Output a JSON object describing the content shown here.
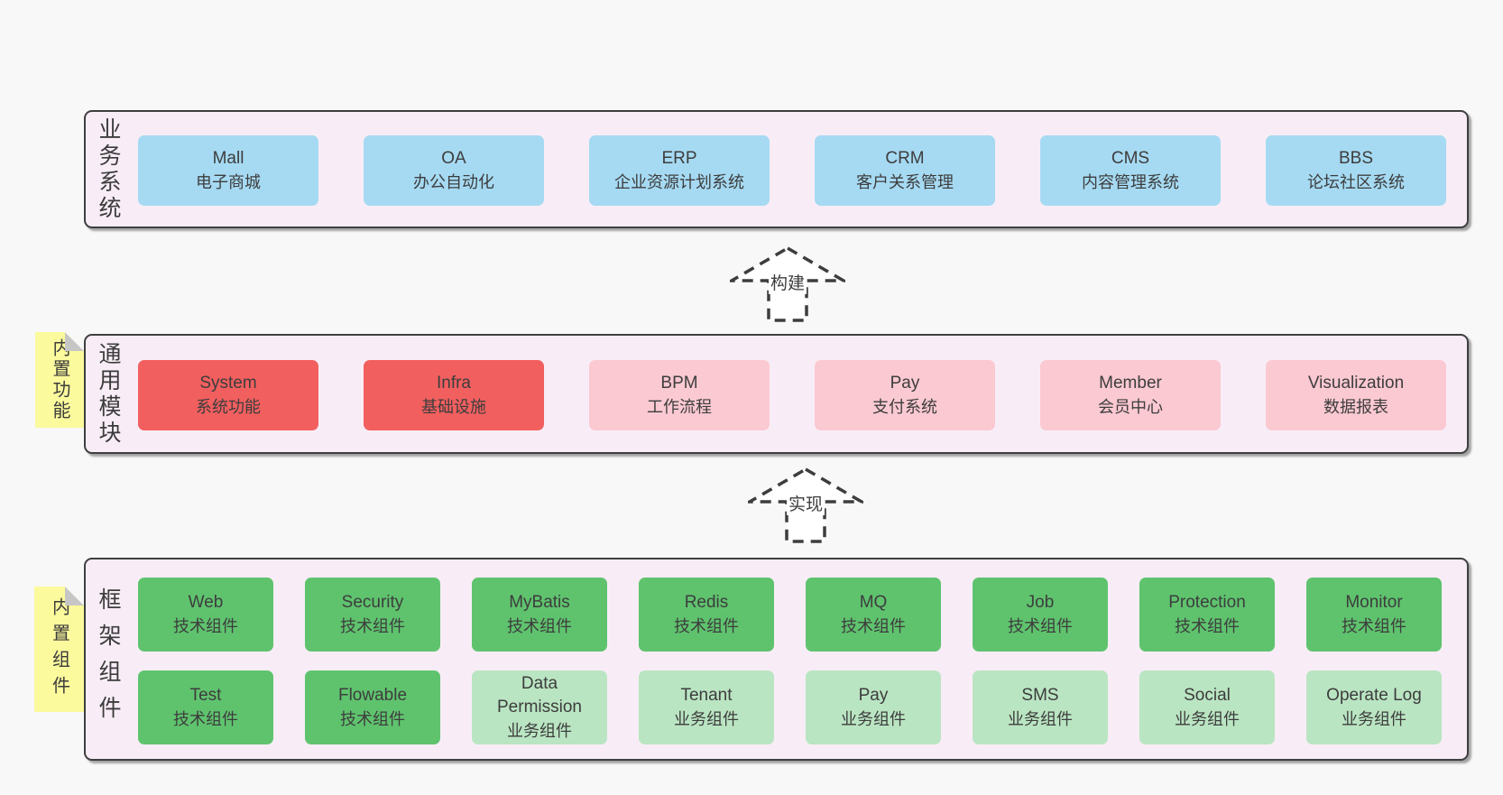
{
  "business": {
    "label": "业务系统",
    "boxes": [
      {
        "title": "Mall",
        "subtitle": "电子商城"
      },
      {
        "title": "OA",
        "subtitle": "办公自动化"
      },
      {
        "title": "ERP",
        "subtitle": "企业资源计划系统"
      },
      {
        "title": "CRM",
        "subtitle": "客户关系管理"
      },
      {
        "title": "CMS",
        "subtitle": "内容管理系统"
      },
      {
        "title": "BBS",
        "subtitle": "论坛社区系统"
      }
    ]
  },
  "arrows": {
    "build": "构建",
    "implement": "实现"
  },
  "modules": {
    "label": "通用模块",
    "tag": "内置功能",
    "boxes": [
      {
        "title": "System",
        "subtitle": "系统功能"
      },
      {
        "title": "Infra",
        "subtitle": "基础设施"
      },
      {
        "title": "BPM",
        "subtitle": "工作流程"
      },
      {
        "title": "Pay",
        "subtitle": "支付系统"
      },
      {
        "title": "Member",
        "subtitle": "会员中心"
      },
      {
        "title": "Visualization",
        "subtitle": "数据报表"
      }
    ]
  },
  "components": {
    "label": "框架组件",
    "tag": "内置组件",
    "row1": [
      {
        "title": "Web",
        "subtitle": "技术组件"
      },
      {
        "title": "Security",
        "subtitle": "技术组件"
      },
      {
        "title": "MyBatis",
        "subtitle": "技术组件"
      },
      {
        "title": "Redis",
        "subtitle": "技术组件"
      },
      {
        "title": "MQ",
        "subtitle": "技术组件"
      },
      {
        "title": "Job",
        "subtitle": "技术组件"
      },
      {
        "title": "Protection",
        "subtitle": "技术组件"
      },
      {
        "title": "Monitor",
        "subtitle": "技术组件"
      }
    ],
    "row2": [
      {
        "title": "Test",
        "subtitle": "技术组件"
      },
      {
        "title": "Flowable",
        "subtitle": "技术组件"
      },
      {
        "title": "Data Permission",
        "subtitle": "业务组件"
      },
      {
        "title": "Tenant",
        "subtitle": "业务组件"
      },
      {
        "title": "Pay",
        "subtitle": "业务组件"
      },
      {
        "title": "SMS",
        "subtitle": "业务组件"
      },
      {
        "title": "Social",
        "subtitle": "业务组件"
      },
      {
        "title": "Operate Log",
        "subtitle": "业务组件"
      }
    ]
  },
  "colors": {
    "page_background": "#f8f8f8",
    "container_background": "#f8edf6",
    "container_border": "#3f3f3f",
    "business_box_blue": "#a6daf3",
    "core_module_red": "#f25f5f",
    "module_pink": "#fbc9d2",
    "tech_component_green": "#5fc36e",
    "biz_component_light_green": "#bae5c2",
    "sticky_tag_yellow": "#fbfa9d",
    "text": "#3d3d3d"
  }
}
